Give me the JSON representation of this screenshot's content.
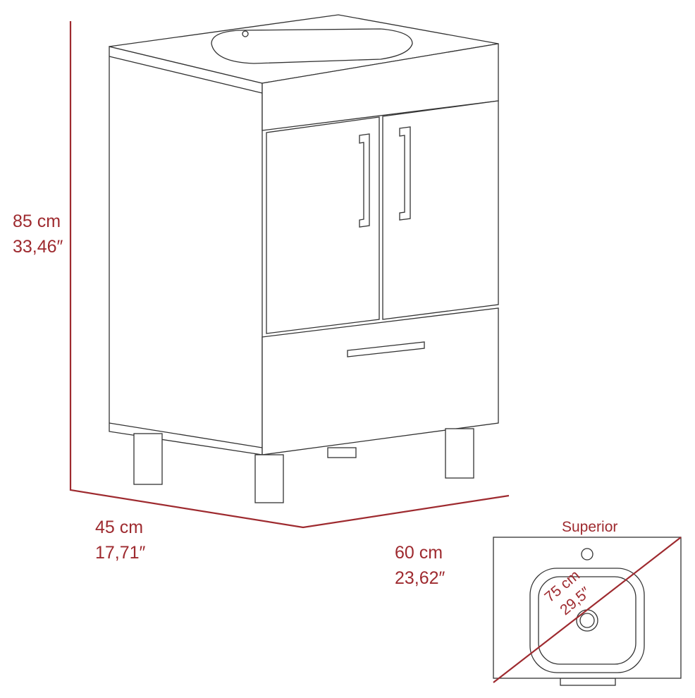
{
  "dimensions": {
    "height": {
      "cm": "85 cm",
      "in": "33,46″"
    },
    "depth": {
      "cm": "45 cm",
      "in": "17,71″"
    },
    "width": {
      "cm": "60 cm",
      "in": "23,62″"
    },
    "diagonal": {
      "cm": "75 cm",
      "in": "29,5″"
    }
  },
  "top_view": {
    "title": "Superior"
  },
  "colors": {
    "dimension": "#9e2a2f",
    "line": "#333333"
  }
}
